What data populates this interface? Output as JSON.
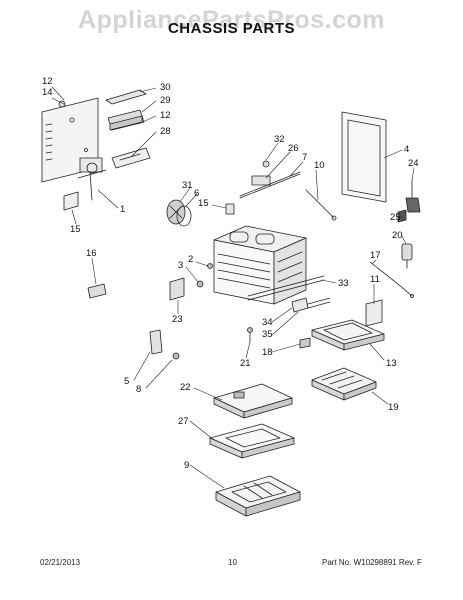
{
  "watermark": "AppliancePartsPros.com",
  "title": "CHASSIS PARTS",
  "callouts": [
    {
      "id": "c12a",
      "label": "12"
    },
    {
      "id": "c14",
      "label": "14"
    },
    {
      "id": "c30",
      "label": "30"
    },
    {
      "id": "c29",
      "label": "29"
    },
    {
      "id": "c12b",
      "label": "12"
    },
    {
      "id": "c28",
      "label": "28"
    },
    {
      "id": "c1",
      "label": "1"
    },
    {
      "id": "c15a",
      "label": "15"
    },
    {
      "id": "c32",
      "label": "32"
    },
    {
      "id": "c26",
      "label": "26"
    },
    {
      "id": "c7",
      "label": "7"
    },
    {
      "id": "c10",
      "label": "10"
    },
    {
      "id": "c4",
      "label": "4"
    },
    {
      "id": "c24",
      "label": "24"
    },
    {
      "id": "c31",
      "label": "31"
    },
    {
      "id": "c6",
      "label": "6"
    },
    {
      "id": "c15b",
      "label": "15"
    },
    {
      "id": "c25",
      "label": "25"
    },
    {
      "id": "c20",
      "label": "20"
    },
    {
      "id": "c16",
      "label": "16"
    },
    {
      "id": "c2",
      "label": "2"
    },
    {
      "id": "c3",
      "label": "3"
    },
    {
      "id": "c17",
      "label": "17"
    },
    {
      "id": "c33",
      "label": "33"
    },
    {
      "id": "c11",
      "label": "11"
    },
    {
      "id": "c23",
      "label": "23"
    },
    {
      "id": "c34",
      "label": "34"
    },
    {
      "id": "c35",
      "label": "35"
    },
    {
      "id": "c18",
      "label": "18"
    },
    {
      "id": "c13",
      "label": "13"
    },
    {
      "id": "c21",
      "label": "21"
    },
    {
      "id": "c5",
      "label": "5"
    },
    {
      "id": "c8",
      "label": "8"
    },
    {
      "id": "c22",
      "label": "22"
    },
    {
      "id": "c19",
      "label": "19"
    },
    {
      "id": "c27",
      "label": "27"
    },
    {
      "id": "c9",
      "label": "9"
    }
  ],
  "footer": {
    "date": "02/21/2013",
    "page_number": "10",
    "part_no": "Part No.  W10298891  Rev.  F"
  }
}
